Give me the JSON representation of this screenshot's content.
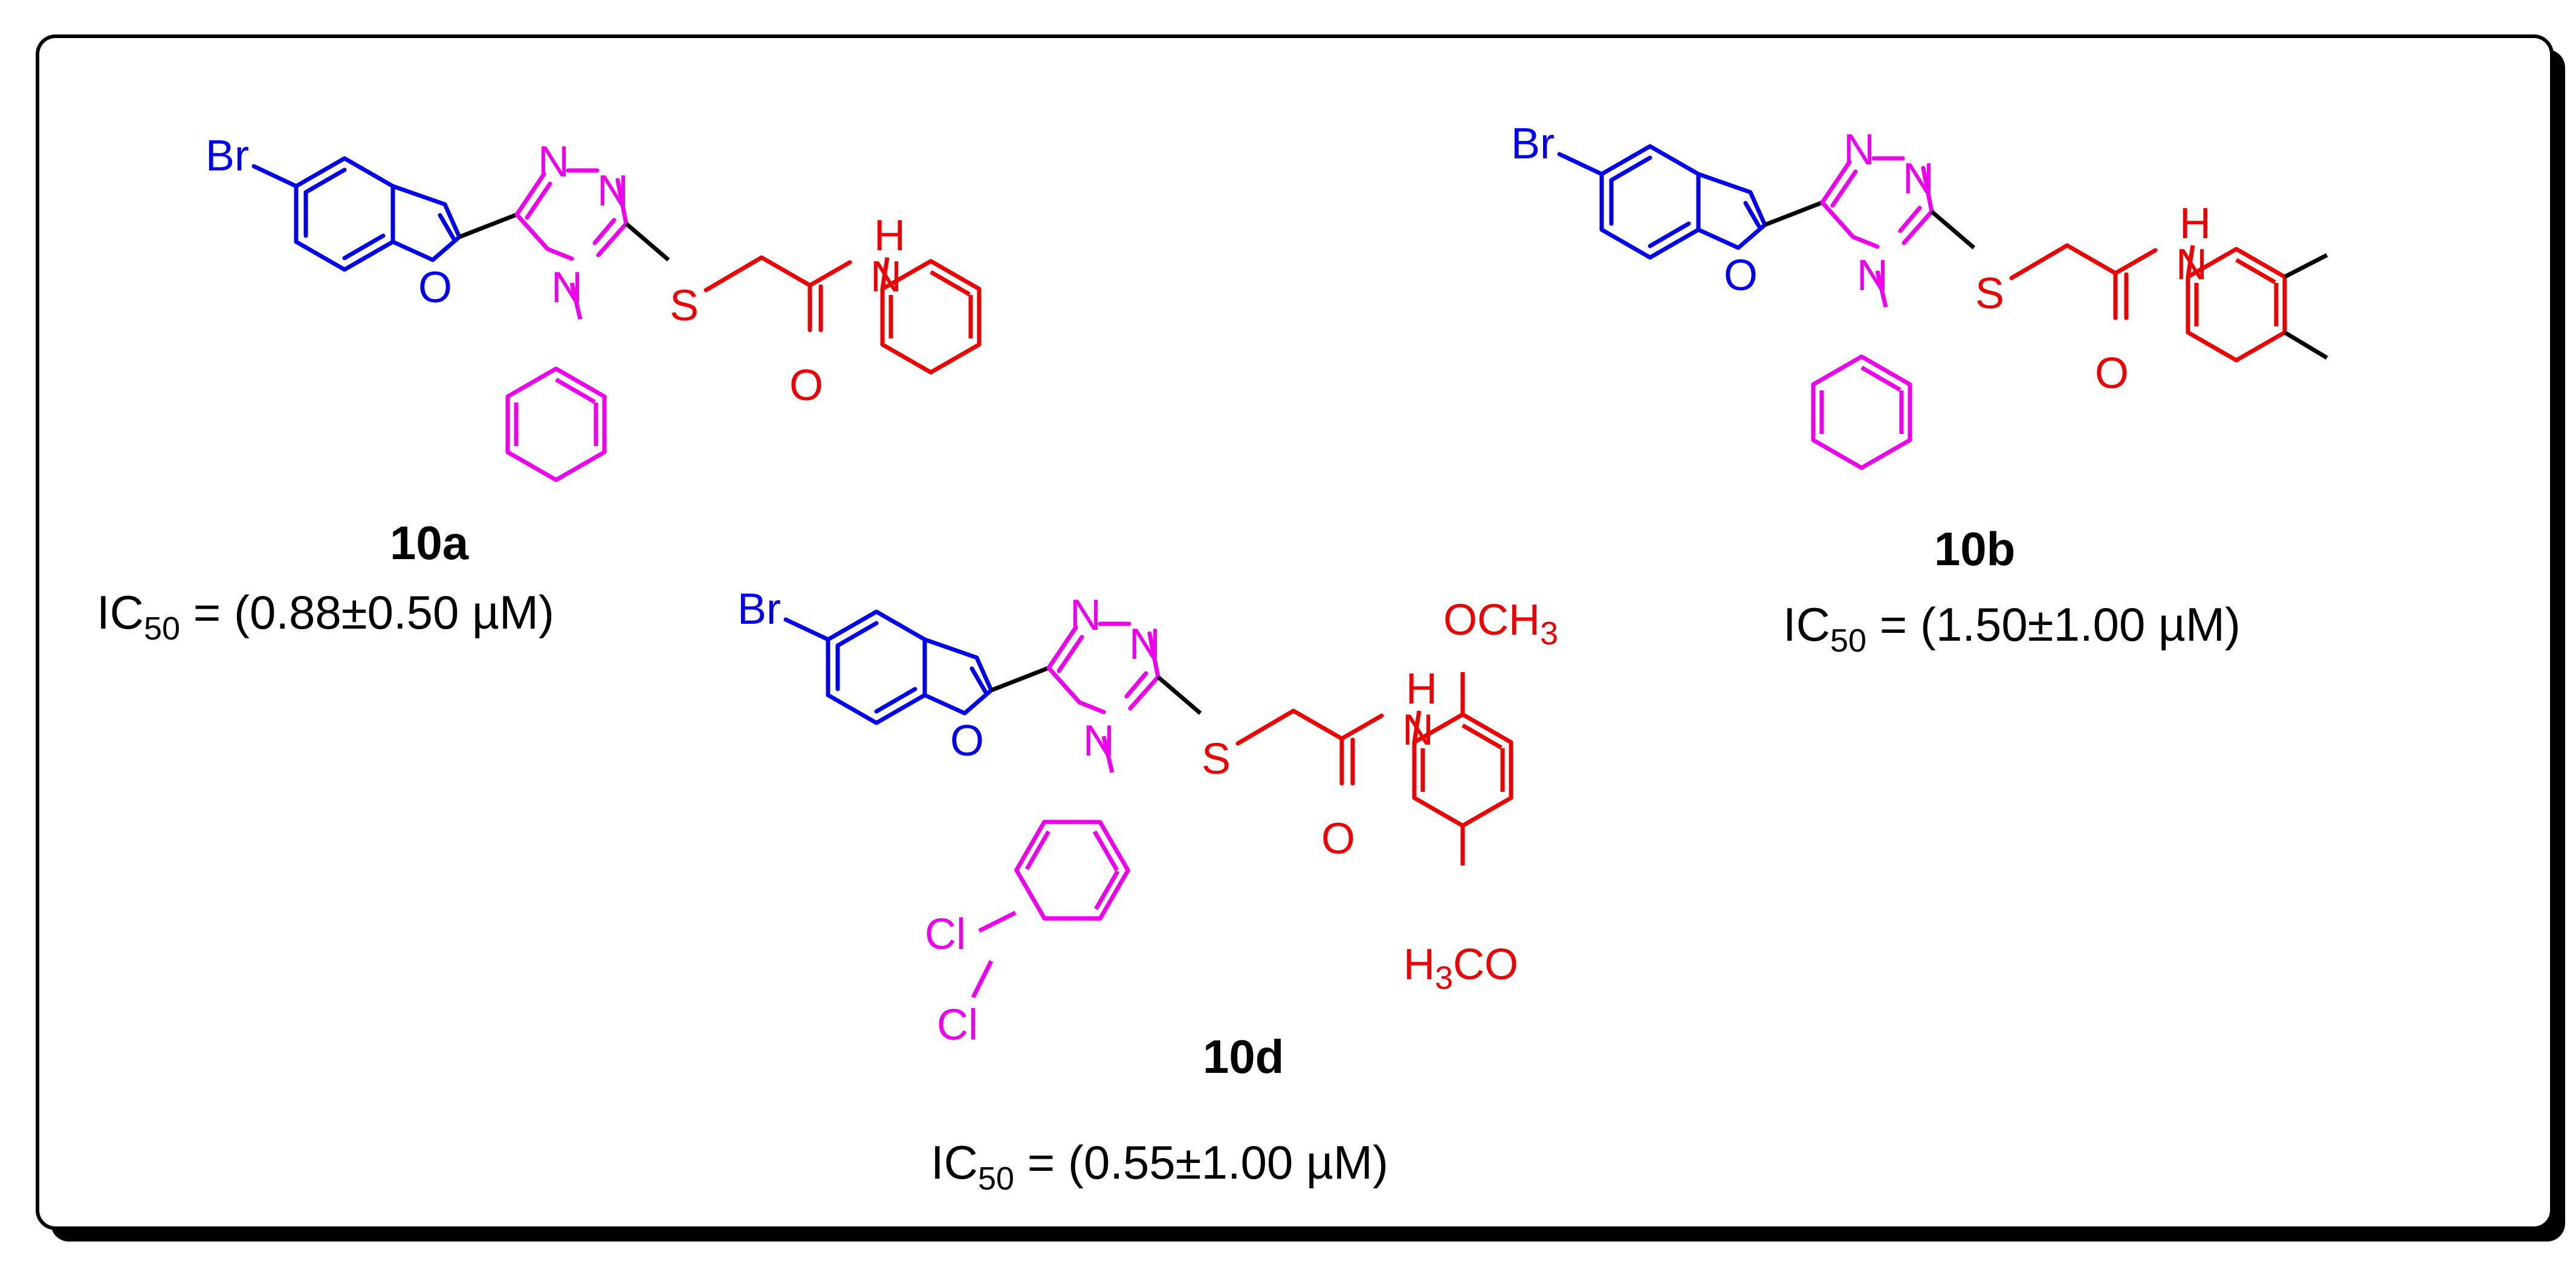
{
  "colors": {
    "benzofuran": "#0000ee",
    "triazole": "#ee00ee",
    "amide": "#ee0000",
    "linker": "#000000",
    "frame": "#000000",
    "shadow": "#000000"
  },
  "atoms": {
    "br": "Br",
    "o": "O",
    "n": "N",
    "s": "S",
    "h": "H",
    "cl": "Cl",
    "och3_o": "OCH",
    "och3_sub": "3",
    "h3co_h": "H",
    "h3co_sub": "3",
    "h3co_co": "CO"
  },
  "compounds": [
    {
      "id": "10a",
      "ic50_prefix": "IC",
      "ic50_sub": "50",
      "ic50_value": " = (0.88±0.50 µM)"
    },
    {
      "id": "10b",
      "ic50_prefix": "IC",
      "ic50_sub": "50",
      "ic50_value": " = (1.50±1.00 µM)"
    },
    {
      "id": "10d",
      "ic50_prefix": "IC",
      "ic50_sub": "50",
      "ic50_value": " = (0.55±1.00 µM)"
    }
  ]
}
